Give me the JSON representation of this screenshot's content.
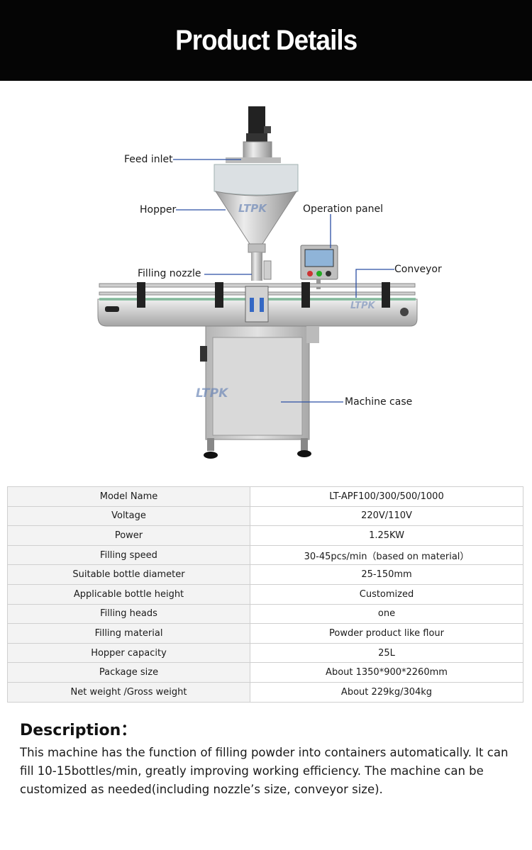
{
  "header": {
    "title": "Product Details"
  },
  "figure": {
    "callouts": {
      "feed_inlet": "Feed inlet",
      "hopper": "Hopper",
      "operation_panel": "Operation panel",
      "filling_nozzle": "Filling nozzle",
      "conveyor": "Conveyor",
      "machine_case": "Machine case"
    },
    "watermark": "LTPK",
    "leader_color": "#2b4fa3"
  },
  "specs": {
    "rows": [
      {
        "label": "Model Name",
        "value": "LT-APF100/300/500/1000"
      },
      {
        "label": "Voltage",
        "value": "220V/110V"
      },
      {
        "label": "Power",
        "value": "1.25KW"
      },
      {
        "label": "Filling speed",
        "value": "30-45pcs/min（based on material）"
      },
      {
        "label": "Suitable bottle diameter",
        "value": "25-150mm"
      },
      {
        "label": "Applicable bottle height",
        "value": "Customized"
      },
      {
        "label": "Filling heads",
        "value": "one"
      },
      {
        "label": "Filling material",
        "value": "Powder product like flour"
      },
      {
        "label": "Hopper capacity",
        "value": "25L"
      },
      {
        "label": "Package size",
        "value": "About 1350*900*2260mm"
      },
      {
        "label": "Net weight /Gross weight",
        "value": "About 229kg/304kg"
      }
    ]
  },
  "description": {
    "title": "Description：",
    "text": "This machine has the function of filling powder into containers automatically. It can fill 10-15bottles/min, greatly improving working efficiency. The machine can be customized as needed(including nozzle’s size, conveyor size)."
  }
}
